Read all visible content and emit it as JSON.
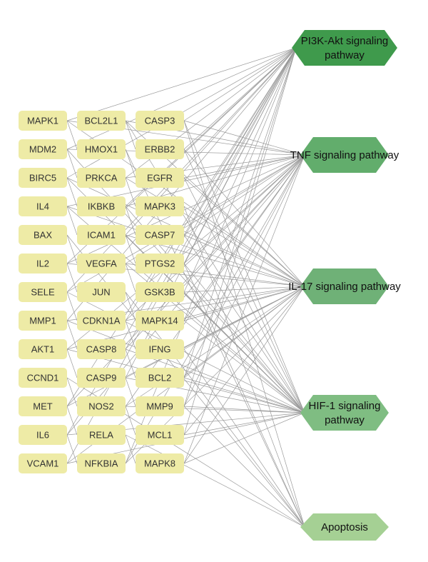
{
  "colors": {
    "gene_fill": "#eeeba6",
    "edge": "#9a9a9a",
    "pathway_fills": [
      "#3f9a4c",
      "#62ad6c",
      "#6fb177",
      "#7fbd82",
      "#a5d094"
    ]
  },
  "genes": {
    "col1": [
      "MAPK1",
      "MDM2",
      "BIRC5",
      "IL4",
      "BAX",
      "IL2",
      "SELE",
      "MMP1",
      "AKT1",
      "CCND1",
      "MET",
      "IL6",
      "VCAM1"
    ],
    "col2": [
      "BCL2L1",
      "HMOX1",
      "PRKCA",
      "IKBKB",
      "ICAM1",
      "VEGFA",
      "JUN",
      "CDKN1A",
      "CASP8",
      "CASP9",
      "NOS2",
      "RELA",
      "NFKBIA"
    ],
    "col3": [
      "CASP3",
      "ERBB2",
      "EGFR",
      "MAPK3",
      "CASP7",
      "PTGS2",
      "GSK3B",
      "MAPK14",
      "IFNG",
      "BCL2",
      "MMP9",
      "MCL1",
      "MAPK8"
    ]
  },
  "pathways": [
    {
      "lines": [
        "PI3K-Akt signaling",
        "pathway"
      ]
    },
    {
      "lines": [
        "TNF signaling pathway"
      ]
    },
    {
      "lines": [
        "IL-17 signaling pathway"
      ]
    },
    {
      "lines": [
        "HIF-1 signaling",
        "pathway"
      ]
    },
    {
      "lines": [
        "Apoptosis"
      ]
    }
  ]
}
